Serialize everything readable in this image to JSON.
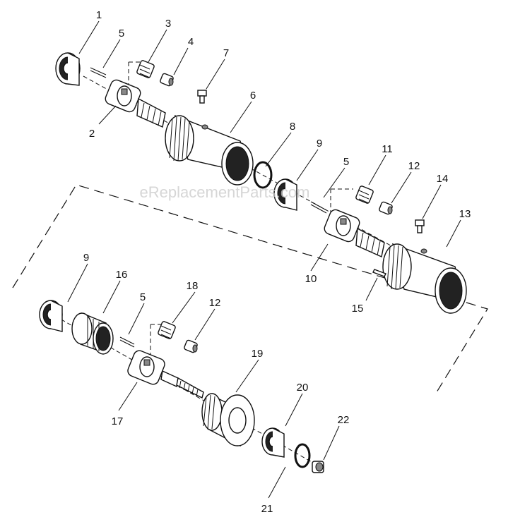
{
  "watermark": "eReplacementParts.com",
  "callouts": [
    "1",
    "2",
    "3",
    "4",
    "5",
    "6",
    "7",
    "8",
    "9",
    "5",
    "11",
    "12",
    "14",
    "13",
    "10",
    "15",
    "9",
    "16",
    "5",
    "18",
    "12",
    "17",
    "19",
    "20",
    "22",
    "21"
  ]
}
